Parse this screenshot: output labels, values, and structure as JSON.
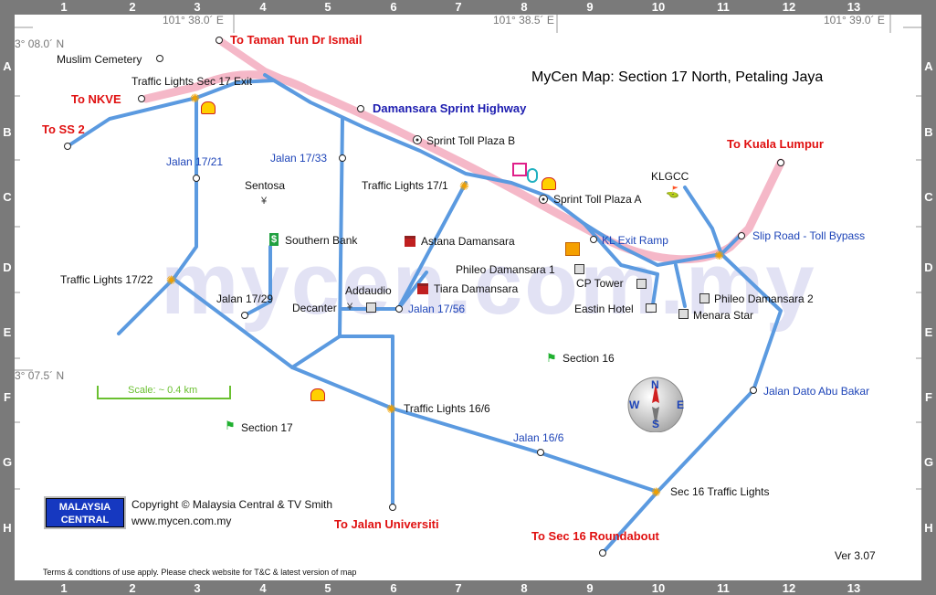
{
  "map": {
    "title": "MyCen Map: Section 17 North, Petaling Jaya",
    "watermark": "mycen.com.my",
    "version": "Ver 3.07",
    "copyright": "Copyright © Malaysia Central & TV Smith",
    "website": "www.mycen.com.my",
    "terms": "Terms & condtions of use apply. Please check website for T&C & latest version of map",
    "logo_line1": "MALAYSIA",
    "logo_line2": "CENTRAL",
    "scale_label": "Scale: ~ 0.4 km"
  },
  "grid": {
    "columns": [
      "1",
      "2",
      "3",
      "4",
      "5",
      "6",
      "7",
      "8",
      "9",
      "10",
      "11",
      "12",
      "13"
    ],
    "rows": [
      "A",
      "B",
      "C",
      "D",
      "E",
      "F",
      "G",
      "H"
    ]
  },
  "coordinates": {
    "lon_1": "101° 38.0´ E",
    "lon_2": "101° 38.5´ E",
    "lon_3": "101° 39.0´ E",
    "lat_1": "3° 08.0´ N",
    "lat_2": "3° 07.5´ N"
  },
  "destinations": {
    "taman_tun": "To Taman Tun Dr Ismail",
    "nkve": "To NKVE",
    "ss2": "To SS 2",
    "kuala_lumpur": "To Kuala Lumpur",
    "jalan_universiti": "To Jalan Universiti",
    "sec16_roundabout": "To Sec 16 Roundabout"
  },
  "roads": {
    "damansara_sprint": "Damansara Sprint Highway",
    "jalan_17_21": "Jalan 17/21",
    "jalan_17_33": "Jalan 17/33",
    "jalan_17_29": "Jalan 17/29",
    "jalan_17_56": "Jalan 17/56",
    "jalan_16_6": "Jalan 16/6",
    "kl_exit_ramp": "KL Exit Ramp",
    "slip_road": "Slip Road - Toll Bypass",
    "jalan_dato": "Jalan Dato Abu Bakar"
  },
  "places": {
    "muslim_cemetery": "Muslim Cemetery",
    "tl_sec17_exit": "Traffic Lights Sec 17 Exit",
    "sprint_toll_b": "Sprint Toll Plaza B",
    "sprint_toll_a": "Sprint Toll Plaza A",
    "tl_17_1": "Traffic Lights 17/1",
    "sentosa": "Sentosa",
    "southern_bank": "Southern Bank",
    "astana": "Astana Damansara",
    "klgcc": "KLGCC",
    "phileo_1": "Phileo Damansara 1",
    "phileo_2": "Phileo Damansara 2",
    "cp_tower": "CP Tower",
    "eastin": "Eastin Hotel",
    "menara_star": "Menara Star",
    "tl_17_22": "Traffic Lights 17/22",
    "addaudio": "Addaudio",
    "decanter": "Decanter",
    "tiara": "Tiara Damansara",
    "section_16": "Section 16",
    "section_17": "Section 17",
    "tl_16_6": "Traffic Lights 16/6",
    "sec16_tl": "Sec 16 Traffic Lights"
  },
  "compass": {
    "n": "N",
    "s": "S",
    "e": "E",
    "w": "W"
  },
  "colors": {
    "highway": "#f5b8c8",
    "road": "#5b9ae0",
    "destination_text": "#e01010",
    "road_text": "#1d44b8",
    "frame": "#7a7a7a"
  }
}
